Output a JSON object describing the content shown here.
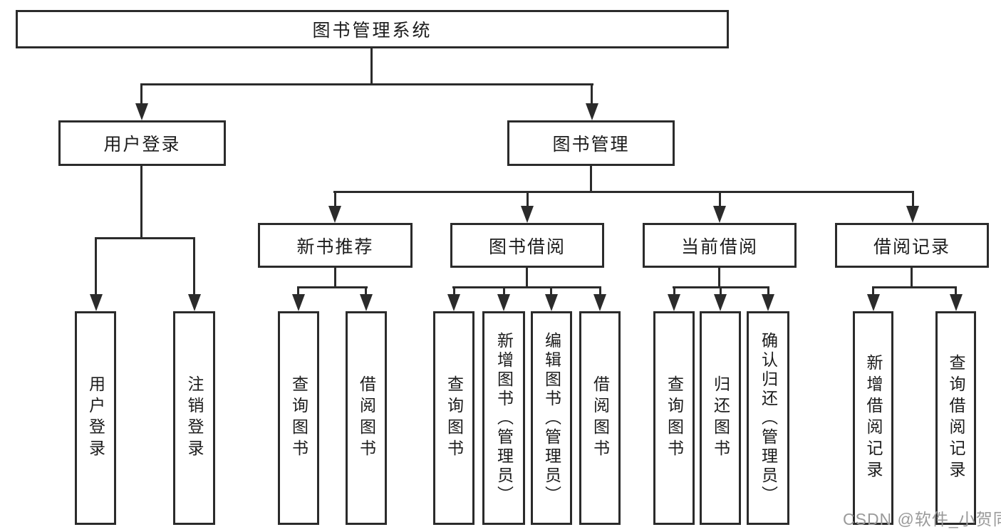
{
  "tree": {
    "label": "图书管理系统",
    "children": [
      {
        "label": "用户登录",
        "children": [
          {
            "label": "用户登录"
          },
          {
            "label": "注销登录"
          }
        ]
      },
      {
        "label": "图书管理",
        "children": [
          {
            "label": "新书推荐",
            "children": [
              {
                "label": "查询图书"
              },
              {
                "label": "借阅图书"
              }
            ]
          },
          {
            "label": "图书借阅",
            "children": [
              {
                "label": "查询图书"
              },
              {
                "label": "新增图书（管理员）"
              },
              {
                "label": "编辑图书（管理员）"
              },
              {
                "label": "借阅图书"
              }
            ]
          },
          {
            "label": "当前借阅",
            "children": [
              {
                "label": "查询图书"
              },
              {
                "label": "归还图书"
              },
              {
                "label": "确认归还（管理员）"
              }
            ]
          },
          {
            "label": "借阅记录",
            "children": [
              {
                "label": "新增借阅记录"
              },
              {
                "label": "查询借阅记录"
              }
            ]
          }
        ]
      }
    ]
  },
  "watermark": {
    "text": "CSDN @软件_小贺同学"
  },
  "colors": {
    "line": "#2b2b2b",
    "text": "#1c1c1c",
    "watermark": "#9a9a9a",
    "background": "#ffffff"
  }
}
